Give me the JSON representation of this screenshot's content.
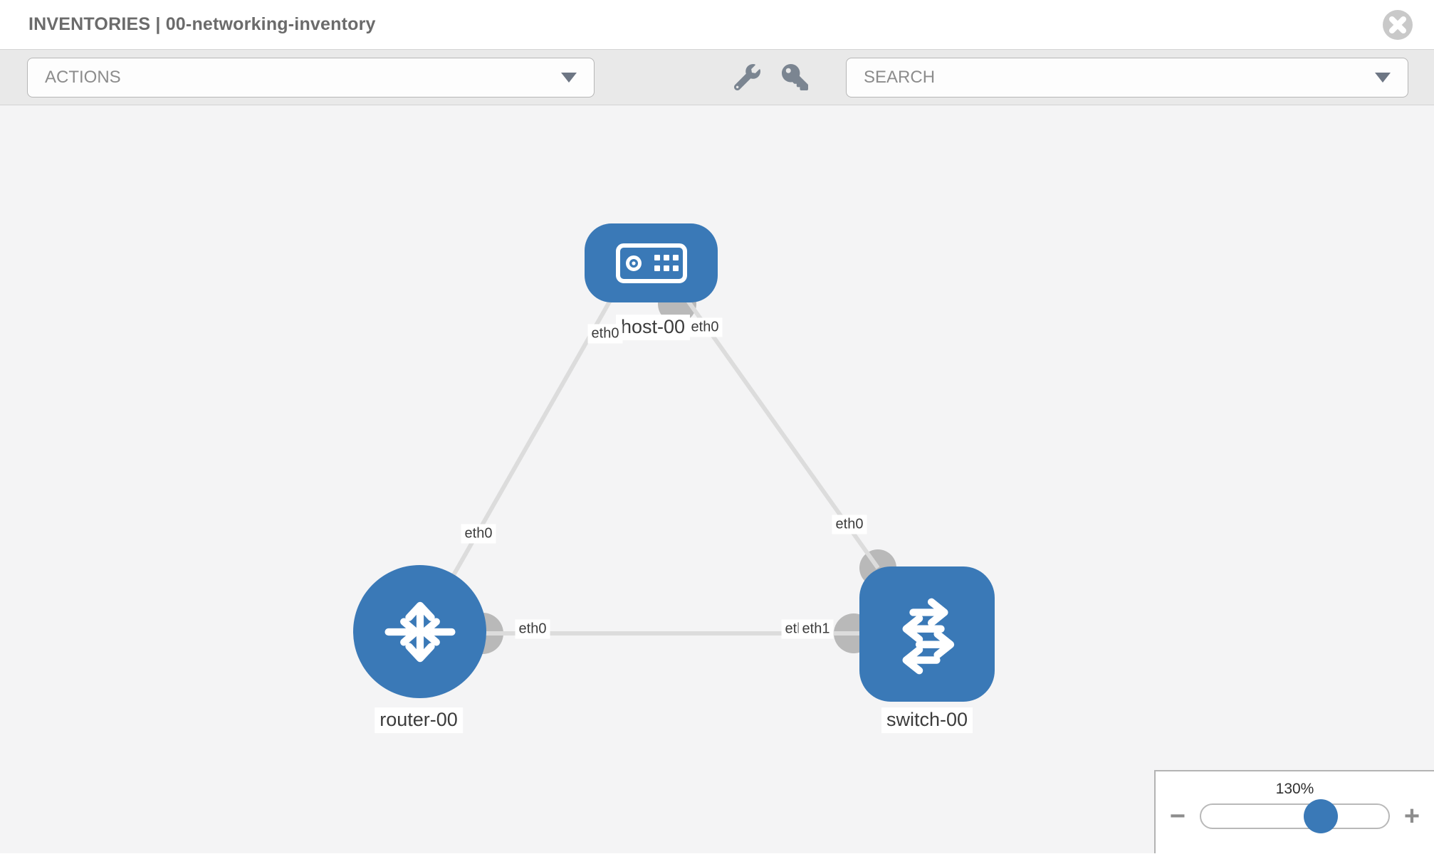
{
  "header": {
    "title": "INVENTORIES | 00-networking-inventory"
  },
  "toolbar": {
    "actions_label": "ACTIONS",
    "search_placeholder": "SEARCH"
  },
  "topology": {
    "nodes": [
      {
        "label": "host-00",
        "type": "host"
      },
      {
        "label": "router-00",
        "type": "router"
      },
      {
        "label": "switch-00",
        "type": "switch"
      }
    ],
    "links": [
      {
        "from": "host-00",
        "from_if": "eth0",
        "to": "router-00",
        "to_if": "eth0"
      },
      {
        "from": "host-00",
        "from_if": "eth0",
        "to": "switch-00",
        "to_if": "eth0"
      },
      {
        "from": "router-00",
        "from_if": "eth0",
        "to": "switch-00",
        "to_if": "eth1",
        "to_if_overlapped": "eth0"
      }
    ]
  },
  "zoom_control": {
    "level": "130%",
    "minus_glyph": "−",
    "plus_glyph": "+"
  },
  "colors": {
    "node_blue": "#3a79b7",
    "connector_gray": "#b9b9b9",
    "edge_gray": "#dcdcdc",
    "canvas_bg": "#f4f4f5",
    "toolbar_bg": "#e9e9e9"
  }
}
